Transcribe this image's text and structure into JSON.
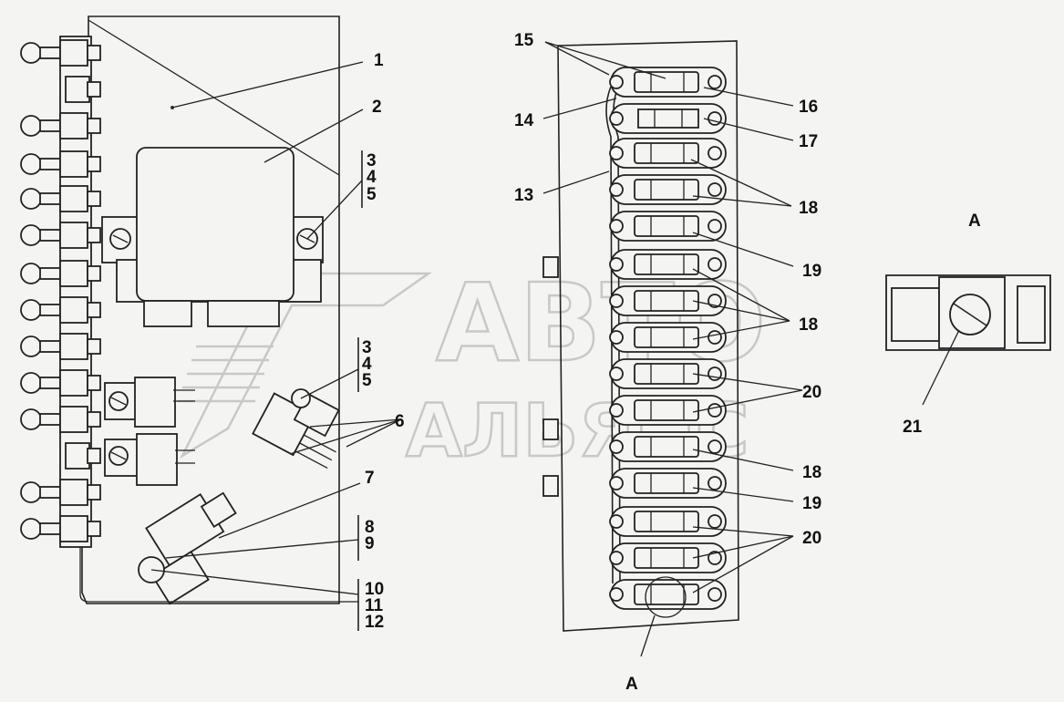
{
  "watermark": {
    "line1": "АВТО",
    "line2": "АЛЬЯНС"
  },
  "view_label": "А",
  "arrow_label": "А",
  "callouts": [
    {
      "id": "c1",
      "text": "1"
    },
    {
      "id": "c2",
      "text": "2"
    },
    {
      "id": "c3a",
      "text": "3"
    },
    {
      "id": "c4a",
      "text": "4"
    },
    {
      "id": "c5a",
      "text": "5"
    },
    {
      "id": "c3b",
      "text": "3"
    },
    {
      "id": "c4b",
      "text": "4"
    },
    {
      "id": "c5b",
      "text": "5"
    },
    {
      "id": "c6",
      "text": "6"
    },
    {
      "id": "c7",
      "text": "7"
    },
    {
      "id": "c8",
      "text": "8"
    },
    {
      "id": "c9",
      "text": "9"
    },
    {
      "id": "c10",
      "text": "10"
    },
    {
      "id": "c11",
      "text": "11"
    },
    {
      "id": "c12",
      "text": "12"
    },
    {
      "id": "c13",
      "text": "13"
    },
    {
      "id": "c14",
      "text": "14"
    },
    {
      "id": "c15",
      "text": "15"
    },
    {
      "id": "c16",
      "text": "16"
    },
    {
      "id": "c17",
      "text": "17"
    },
    {
      "id": "c18a",
      "text": "18"
    },
    {
      "id": "c19a",
      "text": "19"
    },
    {
      "id": "c18b",
      "text": "18"
    },
    {
      "id": "c20a",
      "text": "20"
    },
    {
      "id": "c18c",
      "text": "18"
    },
    {
      "id": "c19b",
      "text": "19"
    },
    {
      "id": "c20b",
      "text": "20"
    },
    {
      "id": "c21",
      "text": "21"
    }
  ]
}
